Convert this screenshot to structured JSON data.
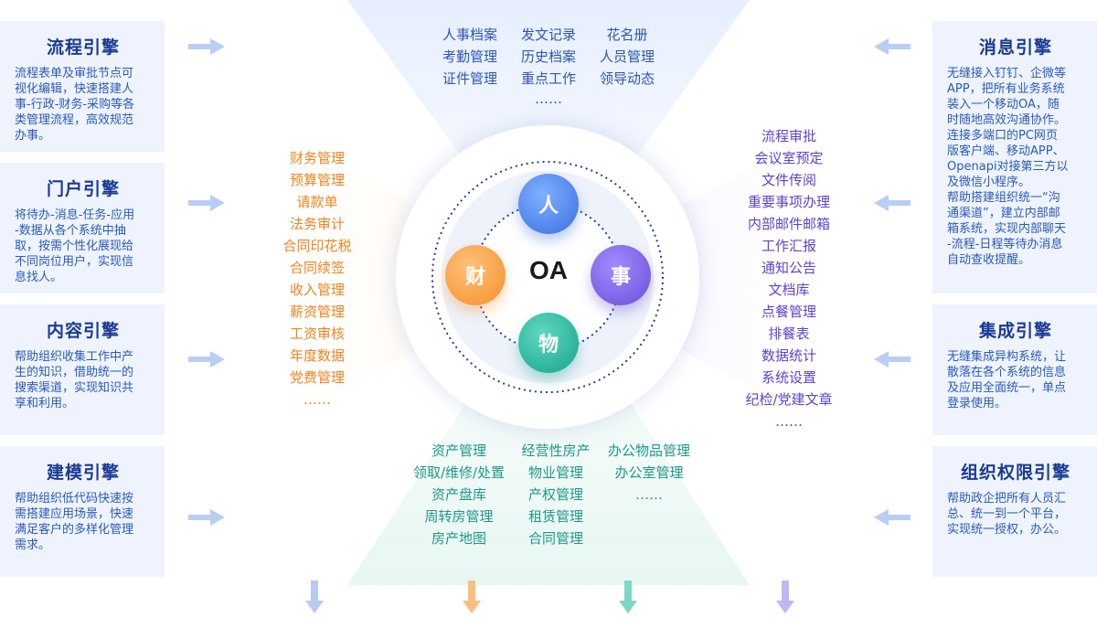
{
  "left_engines": [
    {
      "title": "流程引擎",
      "lines": [
        "流程表单及审批节点可",
        "视化编辑，快速搭建人",
        "事-行政-财务-采购等各",
        "类管理流程，高效规范",
        "办事。"
      ]
    },
    {
      "title": "门户引擎",
      "lines": [
        "将待办-消息-任务-应用",
        "-数据从各个系统中抽",
        "取，按需个性化展现给",
        "不同岗位用户，实现信",
        "息找人。"
      ]
    },
    {
      "title": "内容引擎",
      "lines": [
        "帮助组织收集工作中产",
        "生的知识，借助统一的",
        "搜索渠道，实现知识共",
        "享和利用。"
      ]
    },
    {
      "title": "建模引擎",
      "lines": [
        "帮助组织低代码快速按",
        "需搭建应用场景，快速",
        "满足客户的多样化管理",
        "需求。"
      ]
    }
  ],
  "right_engines": [
    {
      "title": "消息引擎",
      "lines": [
        "无缝接入钉钉、企微等",
        "APP，把所有业务系统",
        "装入一个移动OA，随",
        "时随地高效沟通协作。",
        "连接多端口的PC网页",
        "版客户端、移动APP、",
        "Openapi对接第三方以",
        "及微信小程序。",
        "帮助搭建组织统一“沟",
        "通渠道”，建立内部邮",
        "箱系统，实现内部聊天",
        "-流程-日程等待办消息",
        "自动查收提醒。"
      ]
    },
    {
      "title": "集成引擎",
      "lines": [
        "无缝集成异构系统，让",
        "散落在各个系统的信息",
        "及应用全面统一，单点",
        "登录使用。"
      ]
    },
    {
      "title": "组织权限引擎",
      "lines": [
        "帮助政企把所有人员汇",
        "总、统一到一个平台，",
        "实现统一授权，办公。"
      ]
    }
  ],
  "top_items": {
    "col1": [
      "人事档案",
      "考勤管理",
      "证件管理"
    ],
    "col2": [
      "发文记录",
      "历史档案",
      "重点工作",
      "……"
    ],
    "col3": [
      "花名册",
      "人员管理",
      "领导动态"
    ]
  },
  "left_items": [
    "财务管理",
    "预算管理",
    "请款单",
    "法务审计",
    "合同印花税",
    "合同续签",
    "收入管理",
    "薪资管理",
    "工资审核",
    "年度数据",
    "党费管理",
    "……"
  ],
  "right_items": [
    "流程审批",
    "会议室预定",
    "文件传阅",
    "重要事项办理",
    "内部邮件邮箱",
    "工作汇报",
    "通知公告",
    "文档库",
    "点餐管理",
    "排餐表",
    "数据统计",
    "系统设置",
    "纪检/党建文章",
    "……"
  ],
  "bottom_items": {
    "col1": [
      "资产管理",
      "领取/维修/处置",
      "资产盘库",
      "周转房管理",
      "房产地图"
    ],
    "col2": [
      "经营性房产",
      "物业管理",
      "产权管理",
      "租赁管理",
      "合同管理"
    ],
    "col3": [
      "办公物品管理",
      "办公室管理",
      "……"
    ]
  },
  "center": {
    "oa": "OA",
    "ren": "人",
    "shi": "事",
    "wu": "物",
    "cai": "财"
  },
  "colors": {
    "engine_title": "#1a3a92",
    "engine_text": "#2a5ab8",
    "card_bg": "#eef3fd",
    "top": "#2d56b5",
    "left": "#ee8420",
    "right": "#5d44c9",
    "bottom": "#1f9887"
  }
}
